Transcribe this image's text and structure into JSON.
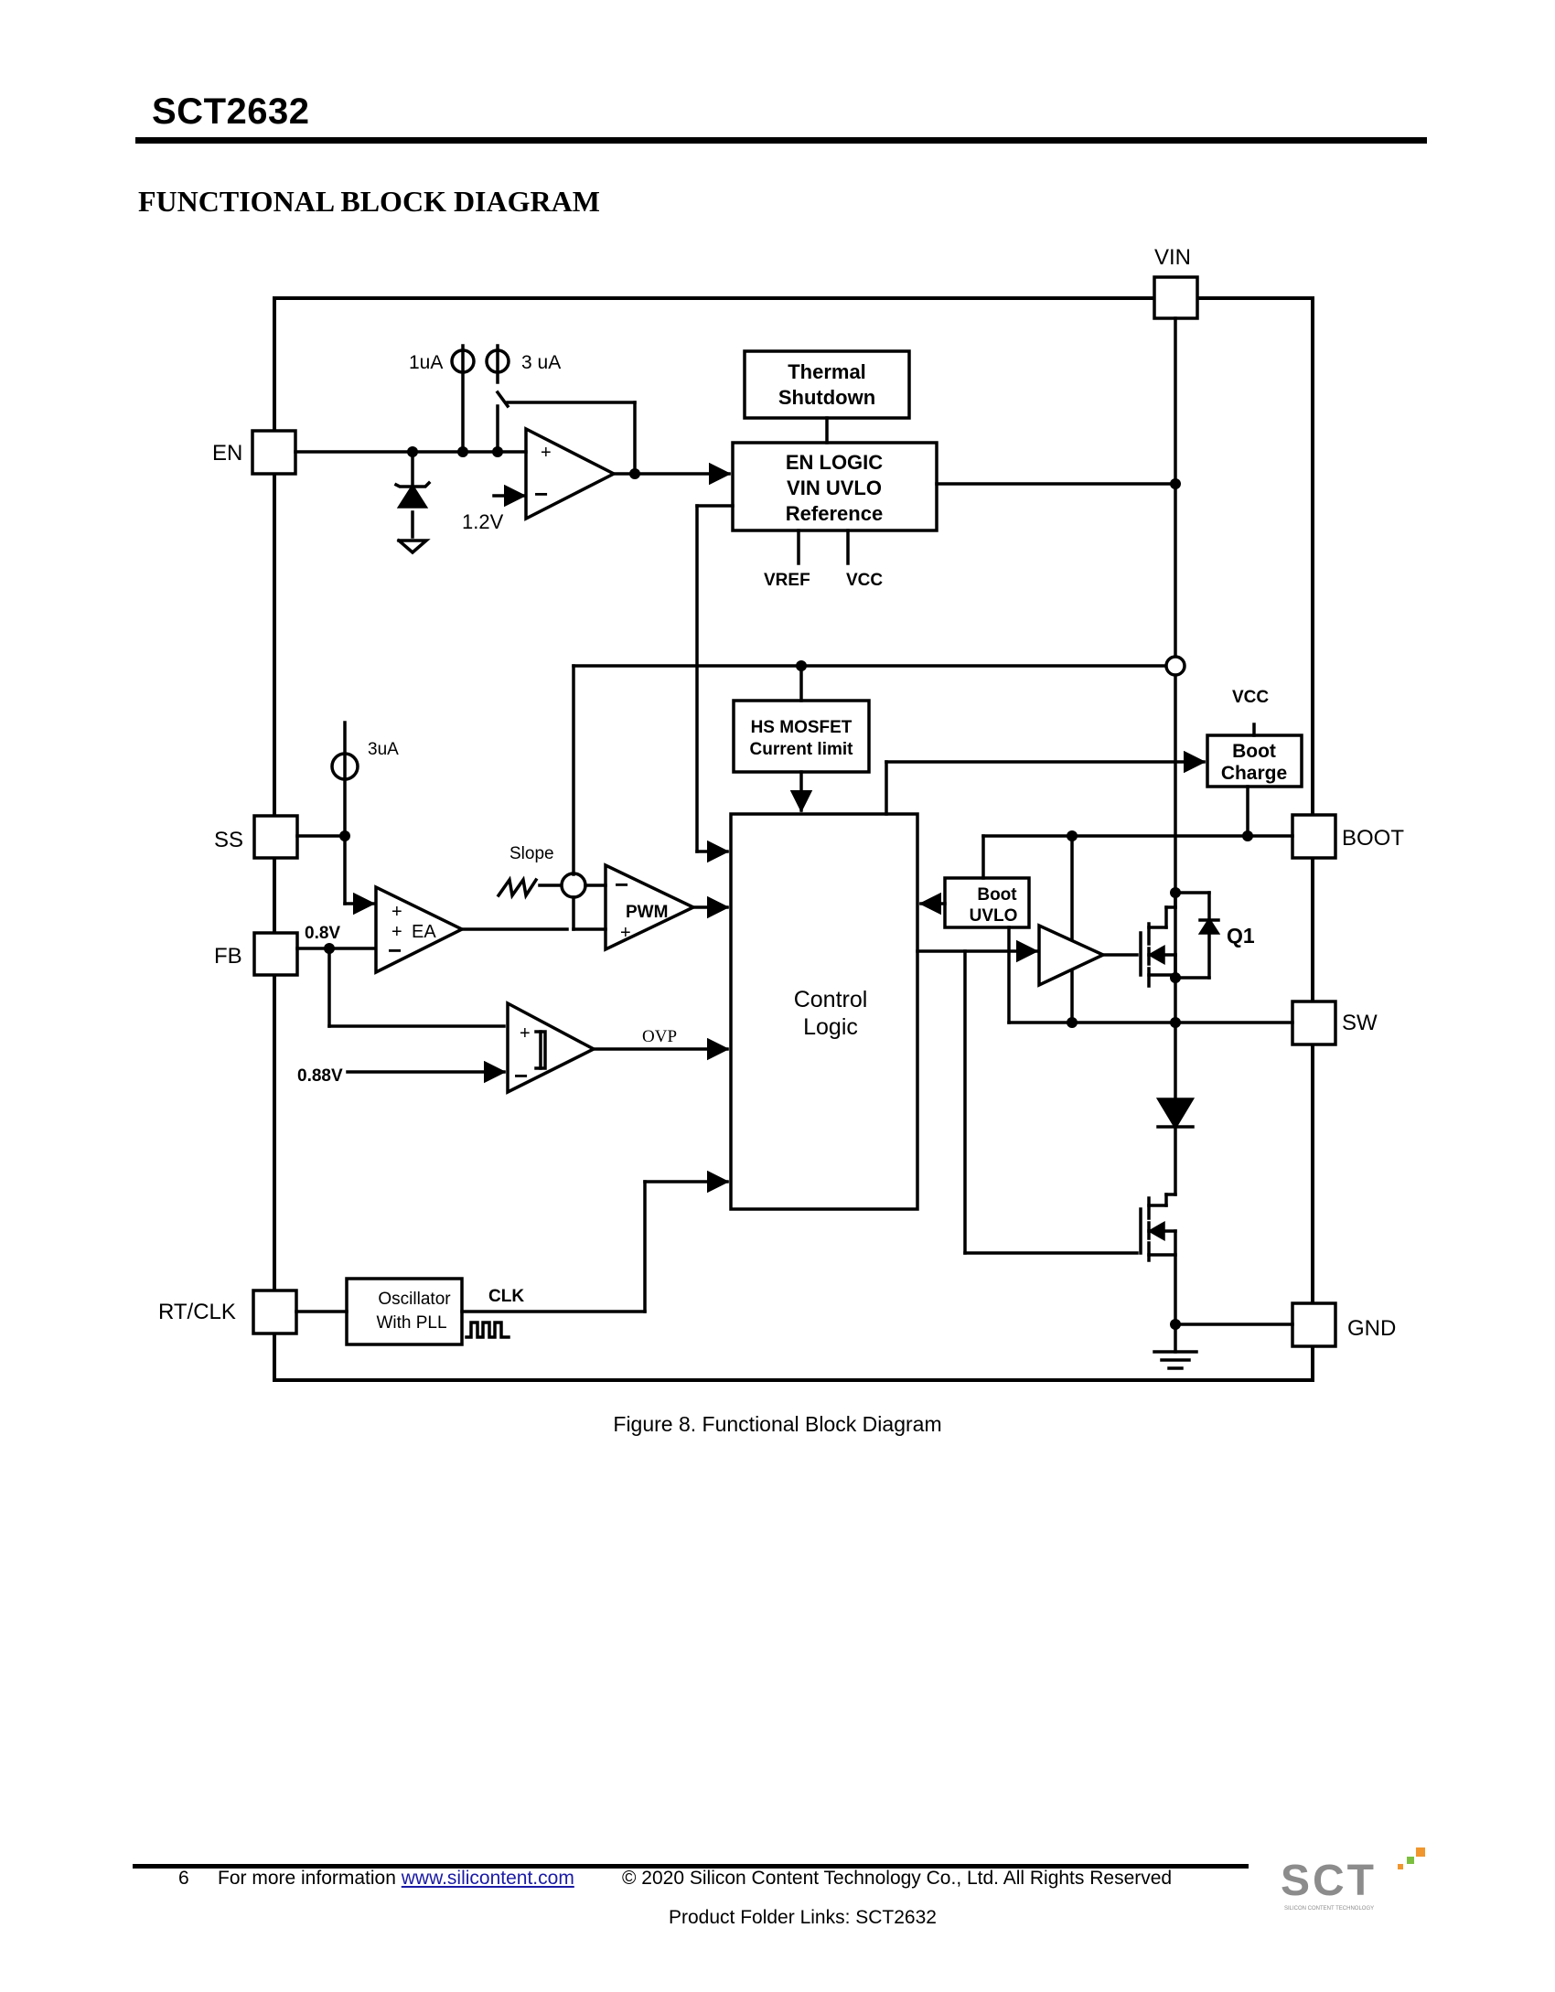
{
  "header": {
    "part_number": "SCT2632"
  },
  "section_title": "FUNCTIONAL BLOCK DIAGRAM",
  "diagram": {
    "pins": {
      "vin": "VIN",
      "en": "EN",
      "ss": "SS",
      "fb": "FB",
      "rtclk": "RT/CLK",
      "boot": "BOOT",
      "sw": "SW",
      "gnd": "GND"
    },
    "blocks": {
      "thermal_line1": "Thermal",
      "thermal_line2": "Shutdown",
      "enlogic_line1": "EN LOGIC",
      "enlogic_line2": "VIN UVLO",
      "enlogic_line3": "Reference",
      "hs_line1": "HS MOSFET",
      "hs_line2": "Current limit",
      "bootcharge_line1": "Boot",
      "bootcharge_line2": "Charge",
      "bootuvlo_line1": "Boot",
      "bootuvlo_line2": "UVLO",
      "control_line1": "Control",
      "control_line2": "Logic",
      "osc_line1": "Oscillator",
      "osc_line2": "With PLL"
    },
    "labels": {
      "i_1ua": "1uA",
      "i_3ua": "3 uA",
      "v_1p2": "1.2V",
      "vref": "VREF",
      "vcc": "VCC",
      "vcc_boot": "VCC",
      "ss_3ua": "3uA",
      "slope": "Slope",
      "pwm": "PWM",
      "ea": "EA",
      "v_0p8": "0.8V",
      "v_0p88": "0.88V",
      "ovp": "OVP",
      "clk": "CLK",
      "q1": "Q1",
      "plus": "+",
      "minus": "−"
    }
  },
  "caption": "Figure 8. Functional Block Diagram",
  "footer": {
    "page": "6",
    "more_info_prefix": "For more information",
    "link_text": "www.silicontent.com",
    "copyright": "© 2020  Silicon Content Technology Co., Ltd.   All Rights Reserved",
    "folder_links": "Product Folder Links:  SCT2632",
    "logo_text": "SCT",
    "logo_subtext": "SILICON CONTENT TECHNOLOGY"
  },
  "colors": {
    "ink": "#000000",
    "link": "#1a1aa6",
    "logo_gray": "#8c8c8c",
    "logo_orange": "#f0962d",
    "logo_green": "#7cbf3f"
  }
}
